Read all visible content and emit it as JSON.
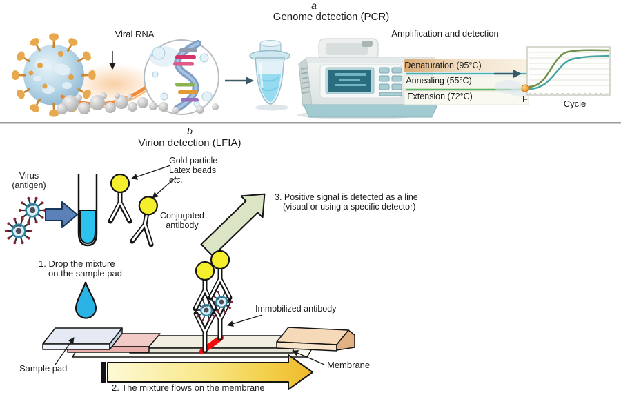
{
  "panel_a": {
    "tag": "a",
    "title": "Genome detection (PCR)",
    "viral_rna": "Viral RNA",
    "amplification": "Amplification and detection",
    "steps": [
      "Denaturation (95°C)",
      "Annealing (55°C)",
      "Extension (72°C)"
    ],
    "graph": {
      "start_label": "F",
      "x_axis": "Cycle"
    }
  },
  "panel_b": {
    "tag": "b",
    "title": "Virion detection (LFIA)",
    "virus_label": [
      "Virus",
      "(antigen)"
    ],
    "particle_label": [
      "Gold particle",
      "Latex beads",
      "etc."
    ],
    "conjugated_label": [
      "Conjugated",
      "antibody"
    ],
    "step1": [
      "1. Drop the mixture",
      "on the sample pad"
    ],
    "step2": "2. The mixture flows on the membrane",
    "step3": [
      "3. Positive signal is detected as a line",
      "(visual or using a specific detector)"
    ],
    "immobilized_label": "Immobilized antibody",
    "sample_pad_label": "Sample pad",
    "membrane_label": "Membrane"
  },
  "colors": {
    "test_line_red": "#f30b0b",
    "gold_particle_yellow": "#f4ee2c",
    "liquid_cyan": "#2cc2ee",
    "mix_arrow_blue": "#5b82b8",
    "signal_arrow_green": "#dbe5c6",
    "flow_arrow_yellow": "#f3cf4a",
    "denaturation_band_tan": "#e3bb8a",
    "curve_green": "#6e8f4b",
    "curve_teal": "#46a3a3",
    "divider_gray": "#9b9b9b"
  }
}
